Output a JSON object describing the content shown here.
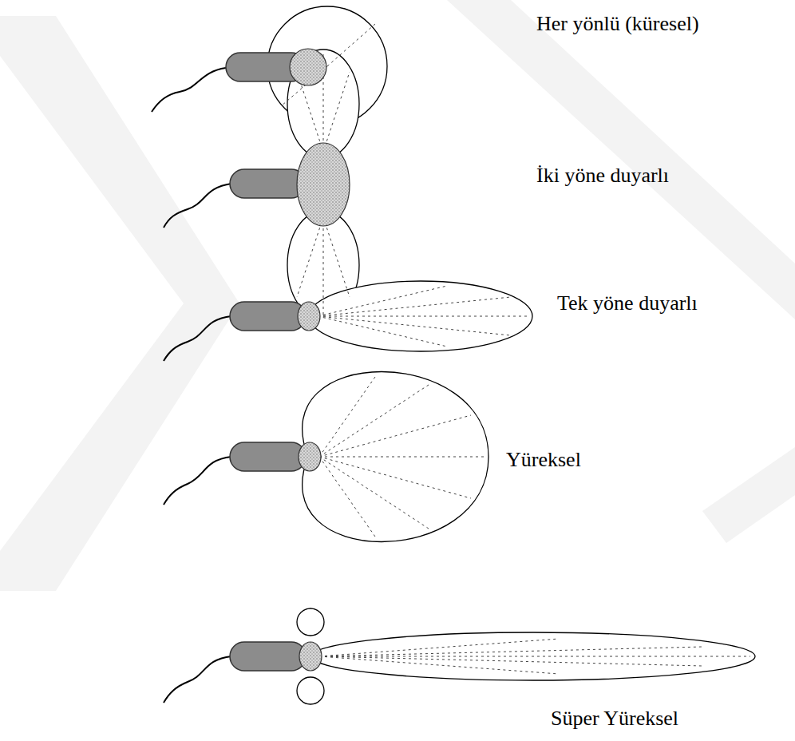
{
  "diagram": {
    "labels": [
      "Her yönlü (küresel)",
      "İki yöne duyarlı",
      "Tek yöne duyarlı",
      "Yüreksel",
      "Süper Yüreksel"
    ]
  }
}
